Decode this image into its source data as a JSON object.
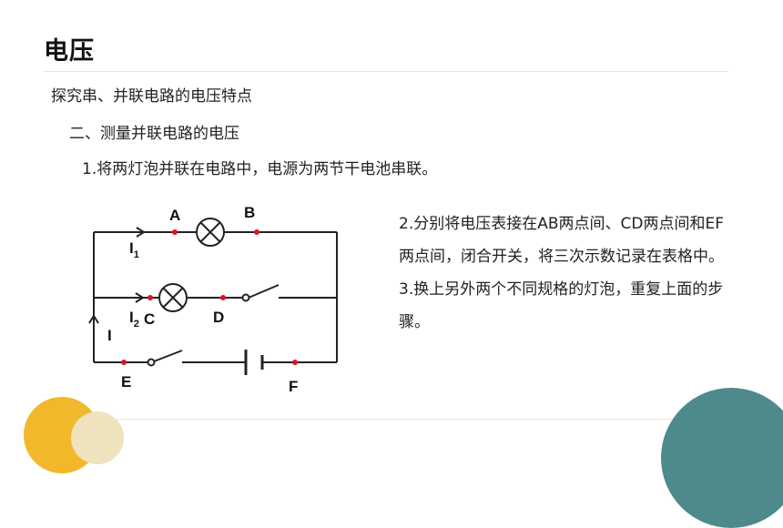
{
  "slide": {
    "title": "电压",
    "line1": "探究串、并联电路的电压特点",
    "line2": "二、测量并联电路的电压",
    "line3": "1.将两灯泡并联在电路中，电源为两节干电池串联。",
    "step2": "2.分别将电压表接在AB两点间、CD两点间和EF两点间，闭合开关，将三次示数记录在表格中。",
    "step3": "3.换上另外两个不同规格的灯泡，重复上面的步骤。"
  },
  "circuit": {
    "labels": {
      "A": "A",
      "B": "B",
      "C": "C",
      "D": "D",
      "E": "E",
      "F": "F",
      "I1": "I",
      "I1_sub": "1",
      "I2": "I",
      "I2_sub": "2",
      "I": "I"
    },
    "colors": {
      "wire": "#222222",
      "point": "#e0121d"
    }
  }
}
